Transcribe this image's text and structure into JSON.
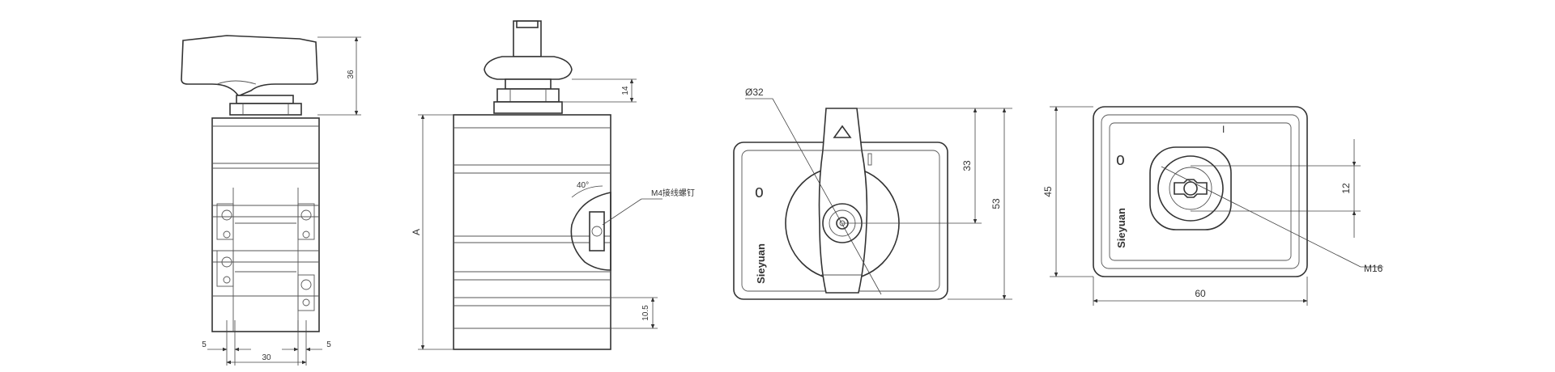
{
  "views": {
    "front": {
      "dim_height": "36",
      "dim_bottom_left": "5",
      "dim_bottom_mid": "30",
      "dim_bottom_right": "5"
    },
    "side": {
      "dim_top": "14",
      "dim_overall": "A",
      "dim_section": "10.5",
      "angle": "40°",
      "callout": "M4接线螺钉"
    },
    "panel": {
      "diameter": "Ø32",
      "dim_33": "33",
      "dim_53": "53",
      "position_zero": "O",
      "brand": "Sieyuan"
    },
    "key_panel": {
      "dim_45": "45",
      "dim_12": "12",
      "dim_60": "60",
      "callout": "M16",
      "position_zero": "O",
      "position_one": "I",
      "brand": "Sieyuan"
    }
  }
}
